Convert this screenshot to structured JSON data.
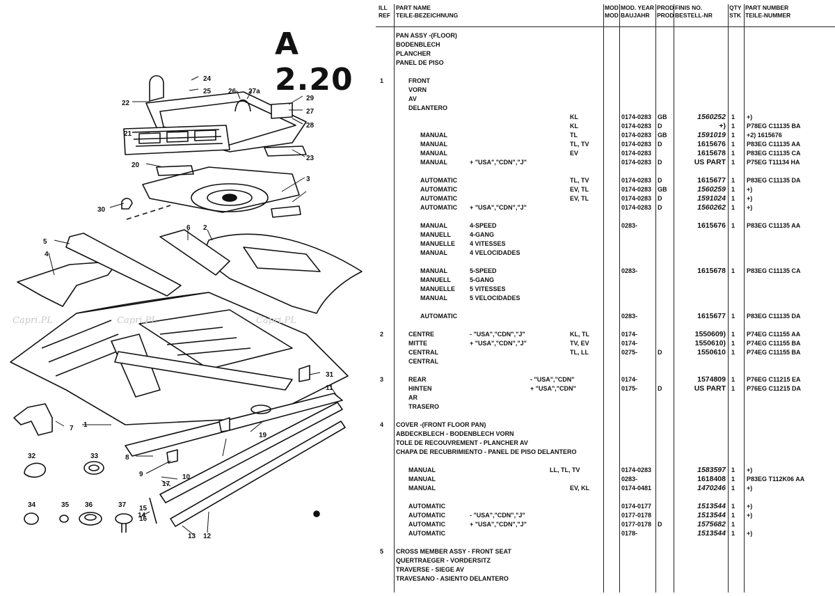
{
  "page_code": "A 2.20",
  "watermark": "Capri.PL",
  "callouts": [
    "1",
    "2",
    "3",
    "4",
    "5",
    "6",
    "7",
    "8",
    "9",
    "10",
    "11",
    "12",
    "13",
    "14",
    "15",
    "16",
    "17",
    "19",
    "20",
    "21",
    "22",
    "23",
    "24",
    "25",
    "26",
    "27",
    "27a",
    "28",
    "29",
    "30",
    "31",
    "32",
    "33",
    "34",
    "35",
    "36",
    "37"
  ],
  "headers": {
    "ill": [
      "ILL",
      "REF"
    ],
    "name": [
      "PART NAME",
      "TEILE-BEZEICHNUNG"
    ],
    "mod": [
      "MOD",
      "MOD"
    ],
    "year": [
      "MOD. YEAR",
      "BAUJAHR"
    ],
    "prod": [
      "PROD",
      "PROD"
    ],
    "finis": [
      "FINIS NO.",
      "BESTELL-NR"
    ],
    "qty": [
      "QTY",
      "STK"
    ],
    "part": [
      "PART NUMBER",
      "TEILE-NUMMER"
    ]
  },
  "rows": [
    {
      "name": "PAN ASSY -(FLOOR)"
    },
    {
      "name": "BODENBLECH"
    },
    {
      "name": "PLANCHER"
    },
    {
      "name": "PANEL DE PISO"
    },
    {},
    {
      "ref": "1",
      "sub": "FRONT"
    },
    {
      "sub": "VORN"
    },
    {
      "sub": "AV"
    },
    {
      "sub": "DELANTERO"
    },
    {
      "mod": "KL",
      "year": "0174-0283",
      "prod": "GB",
      "finis": "1560252",
      "fi": true,
      "qty": "1",
      "part": "+)"
    },
    {
      "mod": "KL",
      "year": "0174-0283",
      "prod": "D",
      "finis": "+)",
      "qty": "1",
      "part": "P78EG C11135 BA"
    },
    {
      "sub2": "MANUAL",
      "mod": "TL",
      "year": "0174-0283",
      "prod": "GB",
      "finis": "1591019",
      "fi": true,
      "qty": "1",
      "part": "+2) 1615676"
    },
    {
      "sub2": "MANUAL",
      "mod": "TL, TV",
      "year": "0174-0283",
      "prod": "D",
      "finis": "1615676",
      "qty": "1",
      "part": "P83EG C11135 AA"
    },
    {
      "sub2": "MANUAL",
      "mod": "EV",
      "year": "0174-0283",
      "finis": "1615678",
      "qty": "1",
      "part": "P83EG C11135 CA"
    },
    {
      "sub2": "MANUAL",
      "note": "+ \"USA\",\"CDN\",\"J\"",
      "year": "0174-0283",
      "prod": "D",
      "finis": "US PART",
      "qty": "1",
      "part": "P75EG T11134 HA"
    },
    {},
    {
      "sub2": "AUTOMATIC",
      "mod": "TL, TV",
      "year": "0174-0283",
      "prod": "D",
      "finis": "1615677",
      "qty": "1",
      "part": "P83EG C11135 DA"
    },
    {
      "sub2": "AUTOMATIC",
      "mod": "EV, TL",
      "year": "0174-0283",
      "prod": "GB",
      "finis": "1560259",
      "fi": true,
      "qty": "1",
      "part": "+)"
    },
    {
      "sub2": "AUTOMATIC",
      "mod": "EV, TL",
      "year": "0174-0283",
      "prod": "D",
      "finis": "1591024",
      "fi": true,
      "qty": "1",
      "part": "+)"
    },
    {
      "sub2": "AUTOMATIC",
      "note": "+ \"USA\",\"CDN\",\"J\"",
      "year": "0174-0283",
      "prod": "D",
      "finis": "1560262",
      "fi": true,
      "qty": "1",
      "part": "+)"
    },
    {},
    {
      "sub2": "MANUAL",
      "note": "4-SPEED",
      "year": "0283-",
      "finis": "1615676",
      "qty": "1",
      "part": "P83EG C11135 AA"
    },
    {
      "sub2": "MANUELL",
      "note": "4-GANG"
    },
    {
      "sub2": "MANUELLE",
      "note": "4 VITESSES"
    },
    {
      "sub2": "MANUAL",
      "note": "4 VELOCIDADES"
    },
    {},
    {
      "sub2": "MANUAL",
      "note": "5-SPEED",
      "year": "0283-",
      "finis": "1615678",
      "qty": "1",
      "part": "P83EG C11135 CA"
    },
    {
      "sub2": "MANUELL",
      "note": "5-GANG"
    },
    {
      "sub2": "MANUELLE",
      "note": "5 VITESSES"
    },
    {
      "sub2": "MANUAL",
      "note": "5 VELOCIDADES"
    },
    {},
    {
      "sub2": "AUTOMATIC",
      "year": "0283-",
      "finis": "1615677",
      "qty": "1",
      "part": "P83EG C11135 DA"
    },
    {},
    {
      "ref": "2",
      "sub": "CENTRE",
      "note": "- \"USA\",\"CDN\",\"J\"",
      "mod": "KL, TL",
      "year": "0174-",
      "finis": "1550609)",
      "qty": "1",
      "part": "P74EG C11155 AA"
    },
    {
      "sub": "MITTE",
      "note": "+ \"USA\",\"CDN\",\"J\"",
      "mod": "TV, EV",
      "year": "0174-",
      "finis": "1550610)",
      "qty": "1",
      "part": "P74EG C11155 BA"
    },
    {
      "sub": "CENTRAL",
      "mod": "TL, LL",
      "year": "0275-",
      "prod": "D",
      "finis": "1550610",
      "qty": "1",
      "part": "P74EG C11155 BA"
    },
    {
      "sub": "CENTRAL"
    },
    {},
    {
      "ref": "3",
      "sub": "REAR",
      "note2": "- \"USA\",\"CDN\"",
      "year": "0174-",
      "finis": "1574809",
      "qty": "1",
      "part": "P76EG C11215 EA"
    },
    {
      "sub": "HINTEN",
      "note2": "+ \"USA\",\"CDN\"",
      "year": "0175-",
      "prod": "D",
      "finis": "US PART",
      "qty": "1",
      "part": "P76EG C11215 DA"
    },
    {
      "sub": "AR"
    },
    {
      "sub": "TRASERO"
    },
    {},
    {
      "ref": "4",
      "name": "COVER -(FRONT FLOOR PAN)"
    },
    {
      "name": "ABDECKBLECH - BODENBLECH VORN"
    },
    {
      "name": "TOLE DE RECOUVREMENT - PLANCHER AV"
    },
    {
      "name": "CHAPA DE RECUBRIMIENTO - PANEL DE PISO DELANTERO"
    },
    {},
    {
      "sub": "MANUAL",
      "modw": "LL, TL, TV",
      "year": "0174-0283",
      "finis": "1583597",
      "fi": true,
      "qty": "1",
      "part": "+)"
    },
    {
      "sub": "MANUAL",
      "year": "0283-",
      "finis": "1618408",
      "qty": "1",
      "part": "P83EG T112K06 AA"
    },
    {
      "sub": "MANUAL",
      "mod": "EV, KL",
      "year": "0174-0481",
      "finis": "1470246",
      "fi": true,
      "qty": "1",
      "part": "+)"
    },
    {},
    {
      "sub": "AUTOMATIC",
      "year": "0174-0177",
      "finis": "1513544",
      "fi": true,
      "qty": "1",
      "part": "+)"
    },
    {
      "sub": "AUTOMATIC",
      "note": "- \"USA\",\"CDN\",\"J\"",
      "year": "0177-0178",
      "finis": "1513544",
      "fi": true,
      "qty": "1",
      "part": "+)"
    },
    {
      "sub": "AUTOMATIC",
      "note": "+ \"USA\",\"CDN\",\"J\"",
      "year": "0177-0178",
      "prod": "D",
      "finis": "1575682",
      "fi": true,
      "qty": "1"
    },
    {
      "sub": "AUTOMATIC",
      "year": "0178-",
      "finis": "1513544",
      "fi": true,
      "qty": "1",
      "part": "+)"
    },
    {},
    {
      "ref": "5",
      "name": "CROSS MEMBER ASSY - FRONT SEAT"
    },
    {
      "name": "QUERTRAEGER - VORDERSITZ"
    },
    {
      "name": "TRAVERSE - SIEGE AV"
    },
    {
      "name": "TRAVESANO - ASIENTO DELANTERO"
    }
  ]
}
